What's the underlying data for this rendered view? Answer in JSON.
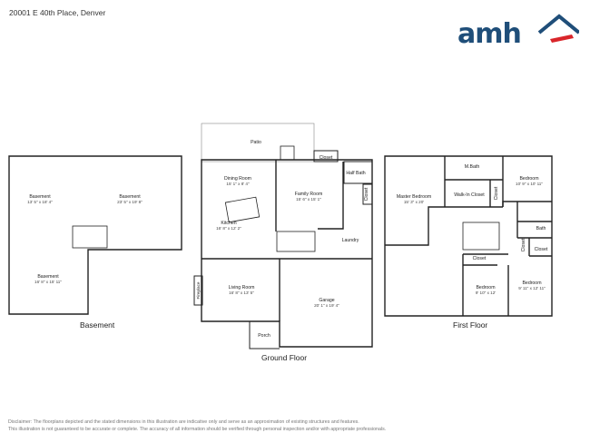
{
  "address": "20001 E 40th Place, Denver",
  "brand": {
    "name": "amh",
    "color": "#1f4e79",
    "accent": "#d9252a"
  },
  "floors": {
    "basement": "Basement",
    "ground": "Ground Floor",
    "first": "First Floor"
  },
  "rooms": {
    "basement_1": {
      "name": "Basement",
      "dim": "13' 5\" x 18' 4\""
    },
    "basement_2": {
      "name": "Basement",
      "dim": "23' 5\" x 19' 8\""
    },
    "basement_3": {
      "name": "Basement",
      "dim": "16' 8\" x 15' 11\""
    },
    "patio": {
      "name": "Patio"
    },
    "closet_g": {
      "name": "Closet"
    },
    "half_bath": {
      "name": "Half Bath"
    },
    "closet_g2": {
      "name": "Closet"
    },
    "dining": {
      "name": "Dining Room",
      "dim": "15' 1\" x 8' 4\""
    },
    "family": {
      "name": "Family Room",
      "dim": "15' 6\" x 15' 1\""
    },
    "kitchen": {
      "name": "Kitchen",
      "dim": "16' 8\" x 12' 2\""
    },
    "laundry": {
      "name": "Laundry"
    },
    "fireplace": {
      "name": "Fireplace"
    },
    "living": {
      "name": "Living Room",
      "dim": "16' 8\" x 13' 5\""
    },
    "garage": {
      "name": "Garage",
      "dim": "20' 1\" x 19' 4\""
    },
    "porch": {
      "name": "Porch"
    },
    "master": {
      "name": "Master Bedroom",
      "dim": "15' 3\" x 20'"
    },
    "mbath": {
      "name": "M.Bath"
    },
    "walkin": {
      "name": "Walk-In Closet"
    },
    "closet_f1": {
      "name": "Closet"
    },
    "bed_ne": {
      "name": "Bedroom",
      "dim": "10' 9\" x 10' 11\""
    },
    "bath": {
      "name": "Bath"
    },
    "closet_f2": {
      "name": "Closet"
    },
    "closet_f3": {
      "name": "Closet"
    },
    "closet_f4": {
      "name": "Closet"
    },
    "bed_s": {
      "name": "Bedroom",
      "dim": "9' 10\" x 12'"
    },
    "bed_se": {
      "name": "Bedroom",
      "dim": "9' 11\" x 12' 11\""
    }
  },
  "disclaimer": {
    "line1": "Disclaimer: The floorplans depicted and the stated dimensions in this illustration are indicative only and serve as an approximation of existing structures and features.",
    "line2": "This illustration is not guaranteed to be accurate or complete. The accuracy of all information should be verified through personal inspection and/or with appropriate professionals."
  }
}
